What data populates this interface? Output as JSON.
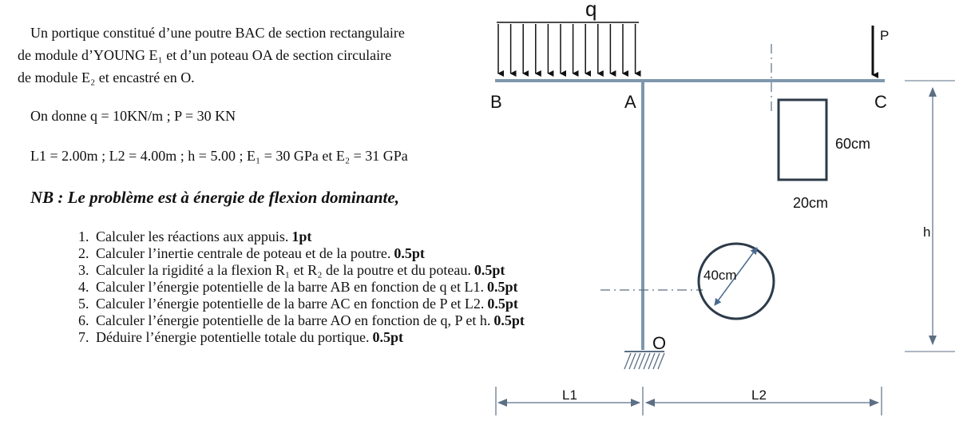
{
  "intro": {
    "line1": "Un portique constitué d’une poutre BAC de section rectangulaire",
    "line2": "de module d’YOUNG E₁ et d’un poteau OA de section circulaire",
    "line3": "de module E₂ et encastré en O."
  },
  "given": {
    "loads": "On donne q = 10KN/m  ; P = 30 KN",
    "dims": "L1 = 2.00m ; L2 = 4.00m ; h = 5.00 ; E₁ = 30 GPa et E₂ = 31 GPa"
  },
  "note": "NB : Le problème est à énergie de flexion dominante,",
  "questions": [
    {
      "text": "Calculer les réactions aux appuis.",
      "points": "1pt"
    },
    {
      "text": "Calculer l’inertie centrale de poteau et de la poutre.",
      "points": "0.5pt"
    },
    {
      "text": "Calculer la rigidité a la flexion R₁ et R₂ de la poutre et du poteau.",
      "points": "0.5pt"
    },
    {
      "text": "Calculer l’énergie potentielle de la barre AB en fonction de q  et L1.",
      "points": "0.5pt"
    },
    {
      "text": "Calculer l’énergie potentielle de la barre AC en fonction de P  et L2.",
      "points": "0.5pt"
    },
    {
      "text": "Calculer l’énergie potentielle de la barre AO en fonction de q, P et h.",
      "points": "0.5pt"
    },
    {
      "text": "Déduire l’énergie potentielle totale du portique.",
      "points": "0.5pt"
    }
  ],
  "diagram": {
    "load_q": "q",
    "load_p": "P",
    "point_b": "B",
    "point_a": "A",
    "point_c": "C",
    "point_o": "O",
    "rect_height": "60cm",
    "rect_width": "20cm",
    "circle_diameter": "40cm",
    "dim_h": "h",
    "dim_l1": "L1",
    "dim_l2": "L2",
    "colors": {
      "structure": "#7f97ad",
      "dimension": "#5b6f85",
      "arrow": "#111111"
    }
  }
}
